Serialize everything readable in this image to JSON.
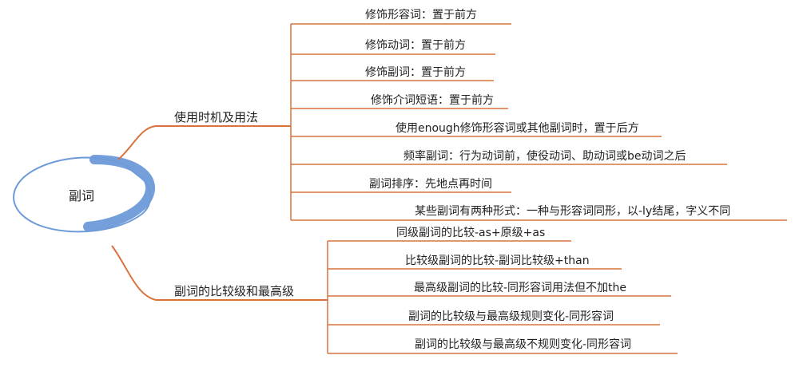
{
  "colors": {
    "line": "#d8733e",
    "root_ring": "#6e9ad8"
  },
  "root": {
    "label": "副词"
  },
  "branches": [
    {
      "label": "使用时机及用法",
      "items": [
        "修饰形容词：置于前方",
        "修饰动词：置于前方",
        "修饰副词：置于前方",
        "修饰介词短语：置于前方",
        "使用enough修饰形容词或其他副词时，置于后方",
        "频率副词：行为动词前，使役动词、助动词或be动词之后",
        "副词排序：先地点再时间",
        "某些副词有两种形式：一种与形容词同形，以-ly结尾，字义不同"
      ]
    },
    {
      "label": "副词的比较级和最高级",
      "items": [
        "同级副词的比较-as+原级+as",
        "比较级副词的比较-副词比较级+than",
        "最高级副词的比较-同形容词用法但不加the",
        "副词的比较级与最高级规则变化-同形容词",
        "副词的比较级与最高级不规则变化-同形容词"
      ]
    }
  ]
}
